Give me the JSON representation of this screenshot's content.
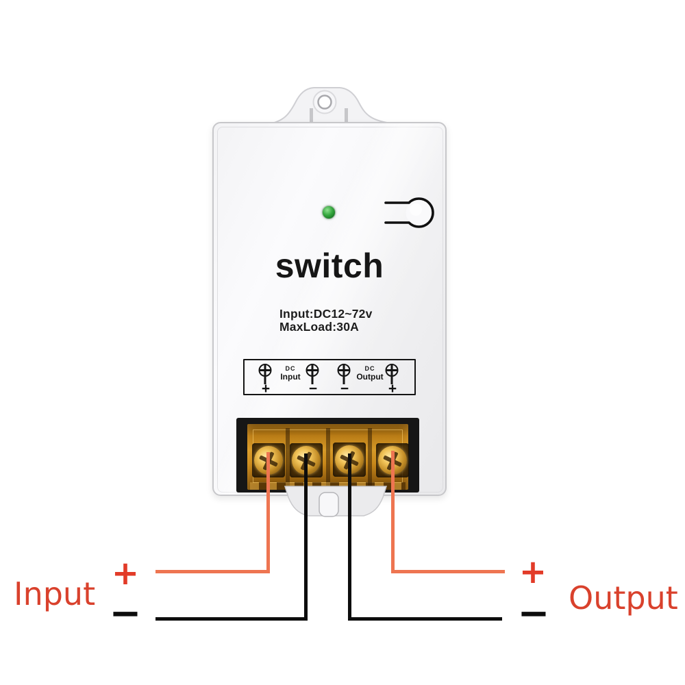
{
  "product": {
    "brand": "switch",
    "spec_line1": "Input:DC12~72v",
    "spec_line2": "MaxLoad:30A",
    "terminal_legend": {
      "input_group": {
        "top": "DC",
        "bottom": "Input"
      },
      "output_group": {
        "top": "DC",
        "bottom": "Output"
      },
      "signs": [
        "+",
        "−",
        "−",
        "+"
      ]
    }
  },
  "annotations": {
    "input": {
      "label": "Input",
      "plus": "+",
      "minus": "−"
    },
    "output": {
      "label": "Output",
      "plus": "+",
      "minus": "−"
    }
  },
  "colors": {
    "annotation_red": "#d9412c",
    "wire_positive_orange": "#ee7551",
    "wire_negative_black": "#0d0d0d",
    "led_green": "#2f9e35",
    "terminal_block_amber": "#c8881a",
    "device_body": "#f2f2f4"
  },
  "icons": {
    "led": "green-led-icon",
    "button": "push-button-icon",
    "mounting_hole": "mounting-hole-icon",
    "screw_terminal": "screw-terminal-icon"
  }
}
